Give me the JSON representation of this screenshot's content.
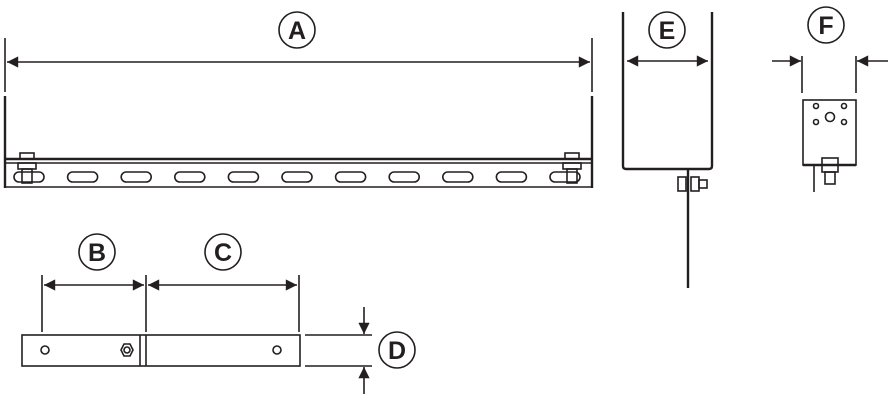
{
  "labels": {
    "a": "A",
    "b": "B",
    "c": "C",
    "d": "D",
    "e": "E",
    "f": "F"
  },
  "colors": {
    "line": "#231f20",
    "background": "#ffffff"
  }
}
